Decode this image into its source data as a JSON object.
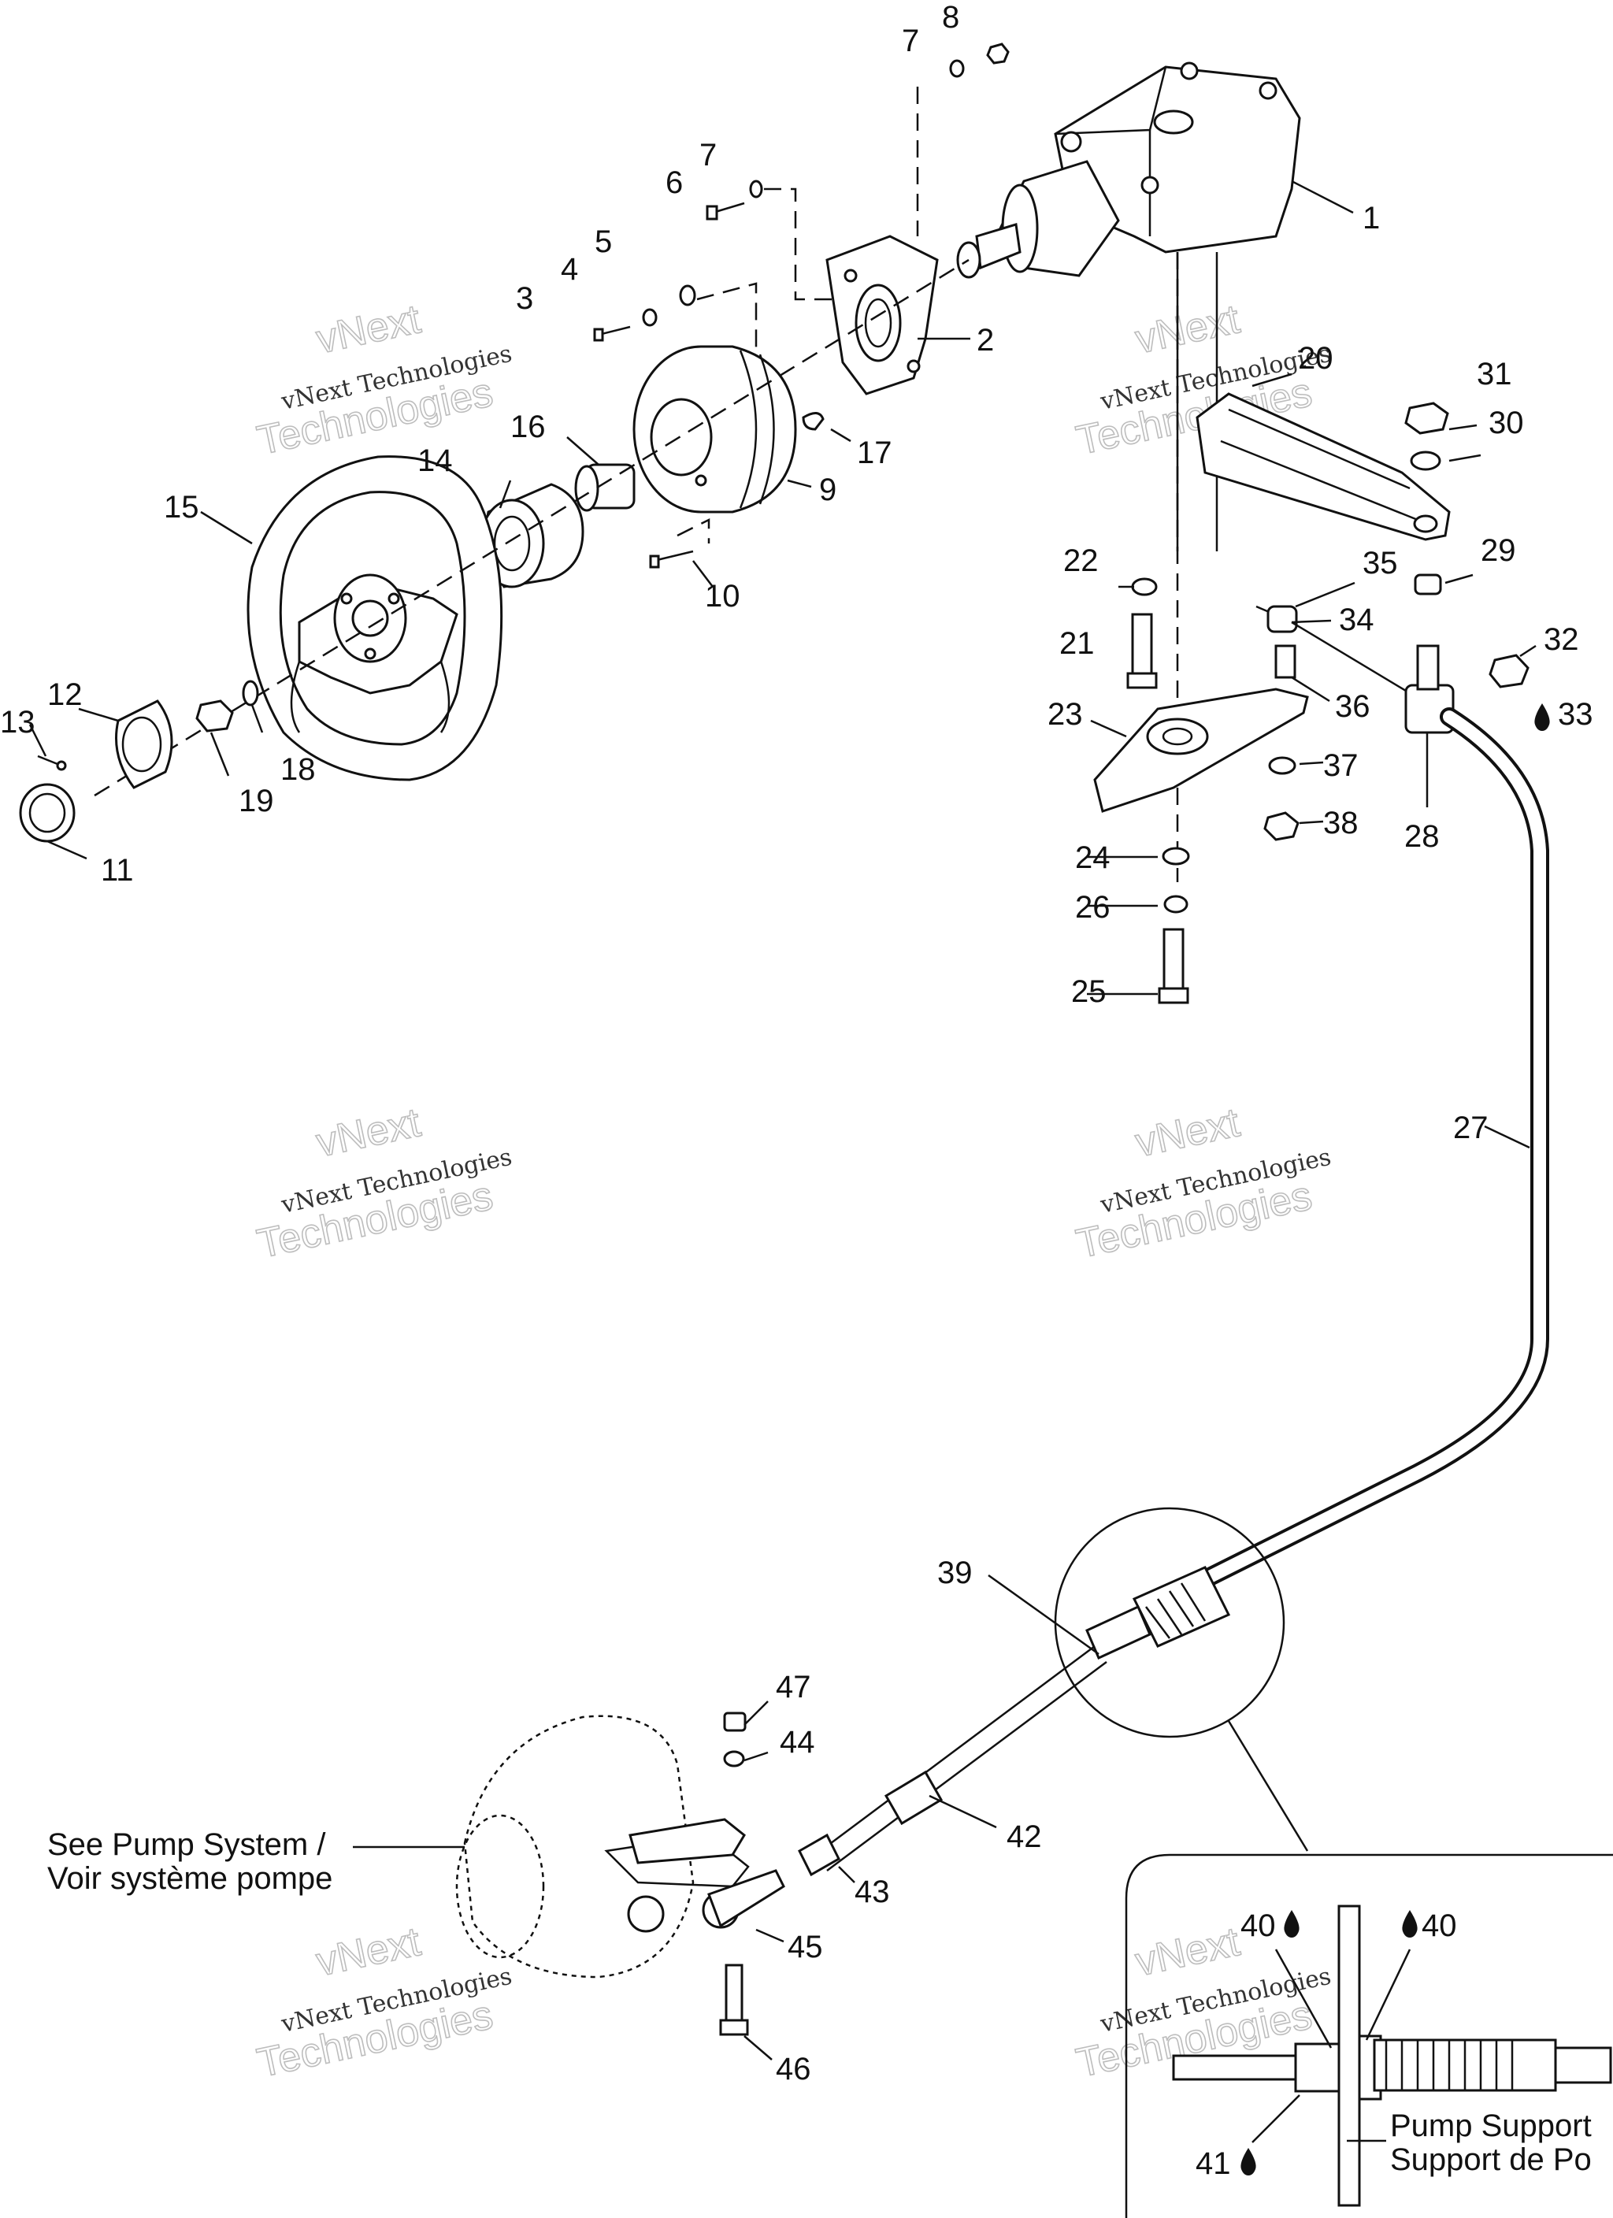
{
  "part_numbers": [
    "1",
    "2",
    "3",
    "4",
    "5",
    "6",
    "7",
    "7",
    "8",
    "9",
    "10",
    "11",
    "12",
    "13",
    "14",
    "15",
    "16",
    "17",
    "18",
    "19",
    "20",
    "21",
    "22",
    "23",
    "24",
    "25",
    "26",
    "27",
    "28",
    "29",
    "30",
    "31",
    "32",
    "33",
    "34",
    "35",
    "36",
    "37",
    "38",
    "39",
    "40",
    "40",
    "41",
    "42",
    "43",
    "44",
    "45",
    "46",
    "47"
  ],
  "notes": {
    "pump_system_line1": "See Pump System /",
    "pump_system_line2": "Voir système pompe",
    "pump_support_line1": "Pump Support",
    "pump_support_line2": "Support de Po"
  },
  "watermark": {
    "line1": "vNext",
    "line2": "vNext Technologies",
    "line3": "Technologies"
  },
  "colors": {
    "line": "#111111",
    "watermark_outline": "#bdbdbd",
    "background": "#ffffff"
  },
  "icons": [
    "sealant-drop-icon"
  ]
}
